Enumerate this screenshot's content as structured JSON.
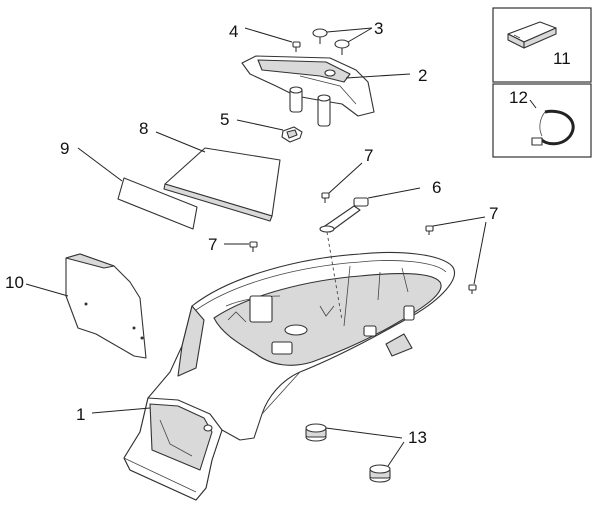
{
  "callouts": {
    "c1": "1",
    "c2": "2",
    "c3": "3",
    "c4": "4",
    "c5": "5",
    "c6": "6",
    "c7a": "7",
    "c7b": "7",
    "c7c": "7",
    "c8": "8",
    "c9": "9",
    "c10": "10",
    "c11": "11",
    "c12": "12",
    "c13": "13"
  },
  "colors": {
    "line": "#222222",
    "part_fill": "#ffffff",
    "shade": "#d9d9d9",
    "background": "#ffffff"
  }
}
